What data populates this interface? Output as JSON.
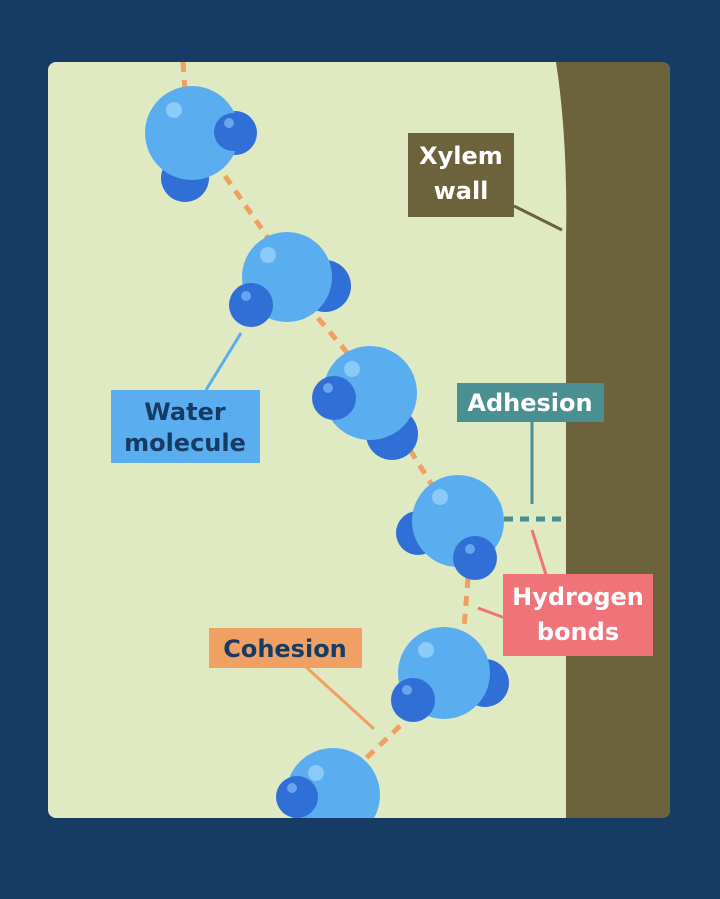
{
  "colors": {
    "background": "#163c66",
    "panel": "#dfeac3",
    "xylem_wall": "#6c623c",
    "water_molecule": "#5aaef0",
    "hydrogen_atom": "#2f6fd6",
    "cohesion": "#f0a062",
    "adhesion": "#4a8f91",
    "hydrogen_bonds": "#f0737a",
    "water_label": "#5aaef0"
  },
  "labels": {
    "xylem_wall": [
      "Xylem",
      "wall"
    ],
    "adhesion": "Adhesion",
    "water_molecule": [
      "Water",
      "molecule"
    ],
    "hydrogen_bonds": [
      "Hydrogen",
      "bonds"
    ],
    "cohesion": "Cohesion"
  },
  "molecule_count": 6
}
